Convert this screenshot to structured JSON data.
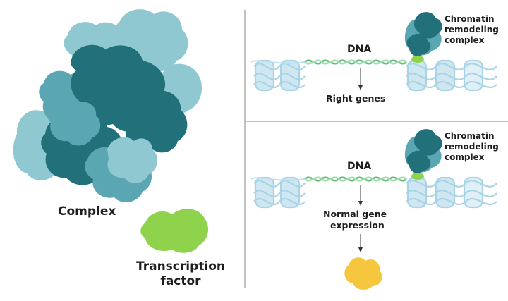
{
  "left_panel": {
    "complex_label": "Complex",
    "transcription_factor_label": "Transcription factor"
  },
  "top_panel": {
    "dna_label": "DNA",
    "remodeler_label_1": "Chromatin",
    "remodeler_label_2": "remodeling",
    "remodeler_label_3": "complex",
    "outcome_label": "Right genes"
  },
  "bottom_panel": {
    "dna_label": "DNA",
    "remodeler_label_1": "Chromatin",
    "remodeler_label_2": "remodeling",
    "remodeler_label_3": "complex",
    "outcome_label_1": "Normal gene",
    "outcome_label_2": "expression"
  },
  "colors": {
    "complex_dark": "#22717a",
    "complex_mid": "#5aa7b3",
    "complex_light": "#8fc8d1",
    "transcription_factor": "#8fd24c",
    "protein_product": "#f6c63e",
    "nucleosome": "#a9d3e6",
    "dna_strand": "#5fbf73",
    "divider": "#9a9a9a"
  }
}
